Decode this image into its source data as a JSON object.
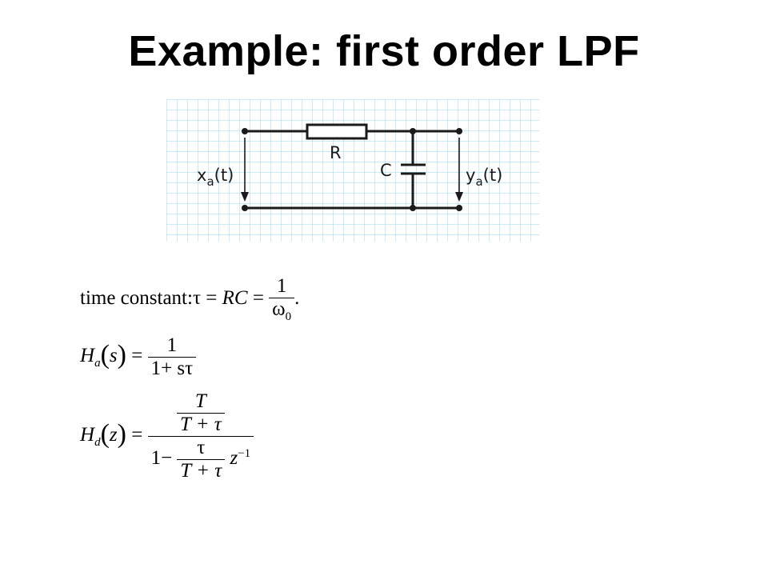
{
  "slide": {
    "title": "Example: first order LPF"
  },
  "circuit": {
    "resistor_label": "R",
    "capacitor_label": "C",
    "input_label": {
      "base": "x",
      "sub": "a",
      "arg": "(t)"
    },
    "output_label": {
      "base": "y",
      "sub": "a",
      "arg": "(t)"
    },
    "grid_color": "#a9dcf5",
    "wire_color": "#1a1a1a"
  },
  "equations": {
    "time_constant": {
      "prefix": "time constant:",
      "tau": "τ",
      "eq": "=",
      "rc": "RC",
      "eq2": "=",
      "num": "1",
      "den_base": "ω",
      "den_sub": "0",
      "end": "."
    },
    "ha": {
      "name": "H",
      "sub": "a",
      "arg": "s",
      "eq": "=",
      "num": "1",
      "den": "1+ sτ"
    },
    "hd": {
      "name": "H",
      "sub": "d",
      "arg": "z",
      "eq": "=",
      "num_top": "T",
      "num_bottom": "T + τ",
      "den_prefix": "1−",
      "den_frac_top": "τ",
      "den_frac_bottom": "T + τ",
      "z": "z",
      "z_exp": "−1"
    }
  }
}
